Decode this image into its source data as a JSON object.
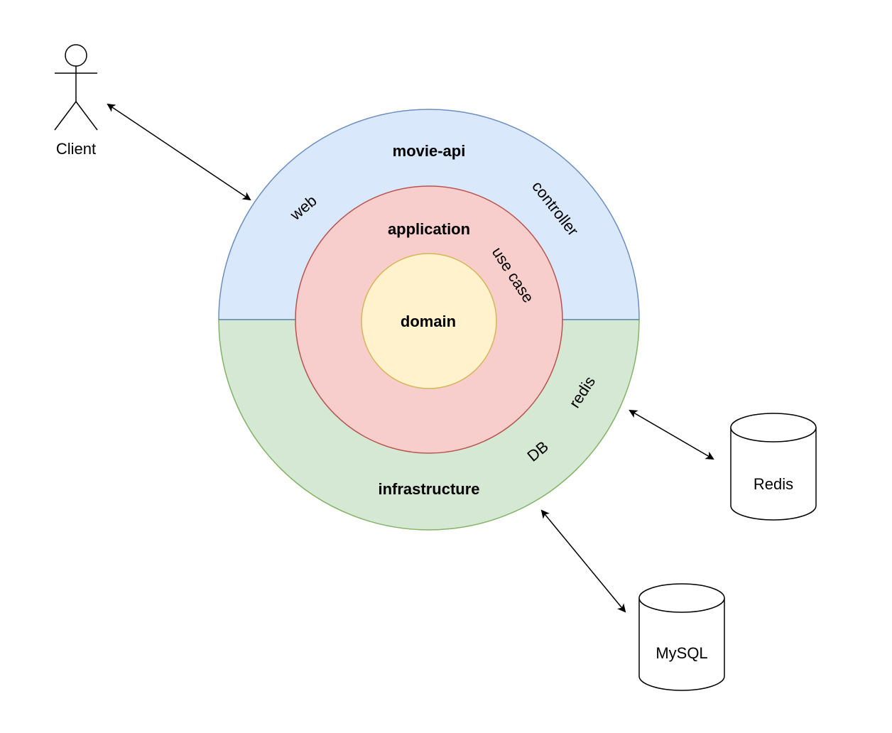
{
  "actor": {
    "label": "Client"
  },
  "layers": {
    "outer_top": {
      "title": "movie-api",
      "labels": [
        "web",
        "controller"
      ]
    },
    "outer_bottom": {
      "title": "infrastructure",
      "labels": [
        "redis",
        "DB"
      ]
    },
    "middle": {
      "title": "application",
      "labels": [
        "use case"
      ]
    },
    "inner": {
      "title": "domain"
    }
  },
  "databases": [
    {
      "label": "Redis"
    },
    {
      "label": "MySQL"
    }
  ],
  "colors": {
    "blue_fill": "#dae8fc",
    "blue_stroke": "#6c8ebf",
    "green_fill": "#d5e8d4",
    "green_stroke": "#82b366",
    "red_fill": "#f8cecc",
    "red_stroke": "#b85450",
    "yellow_fill": "#fff2cc",
    "yellow_stroke": "#d6b656"
  }
}
